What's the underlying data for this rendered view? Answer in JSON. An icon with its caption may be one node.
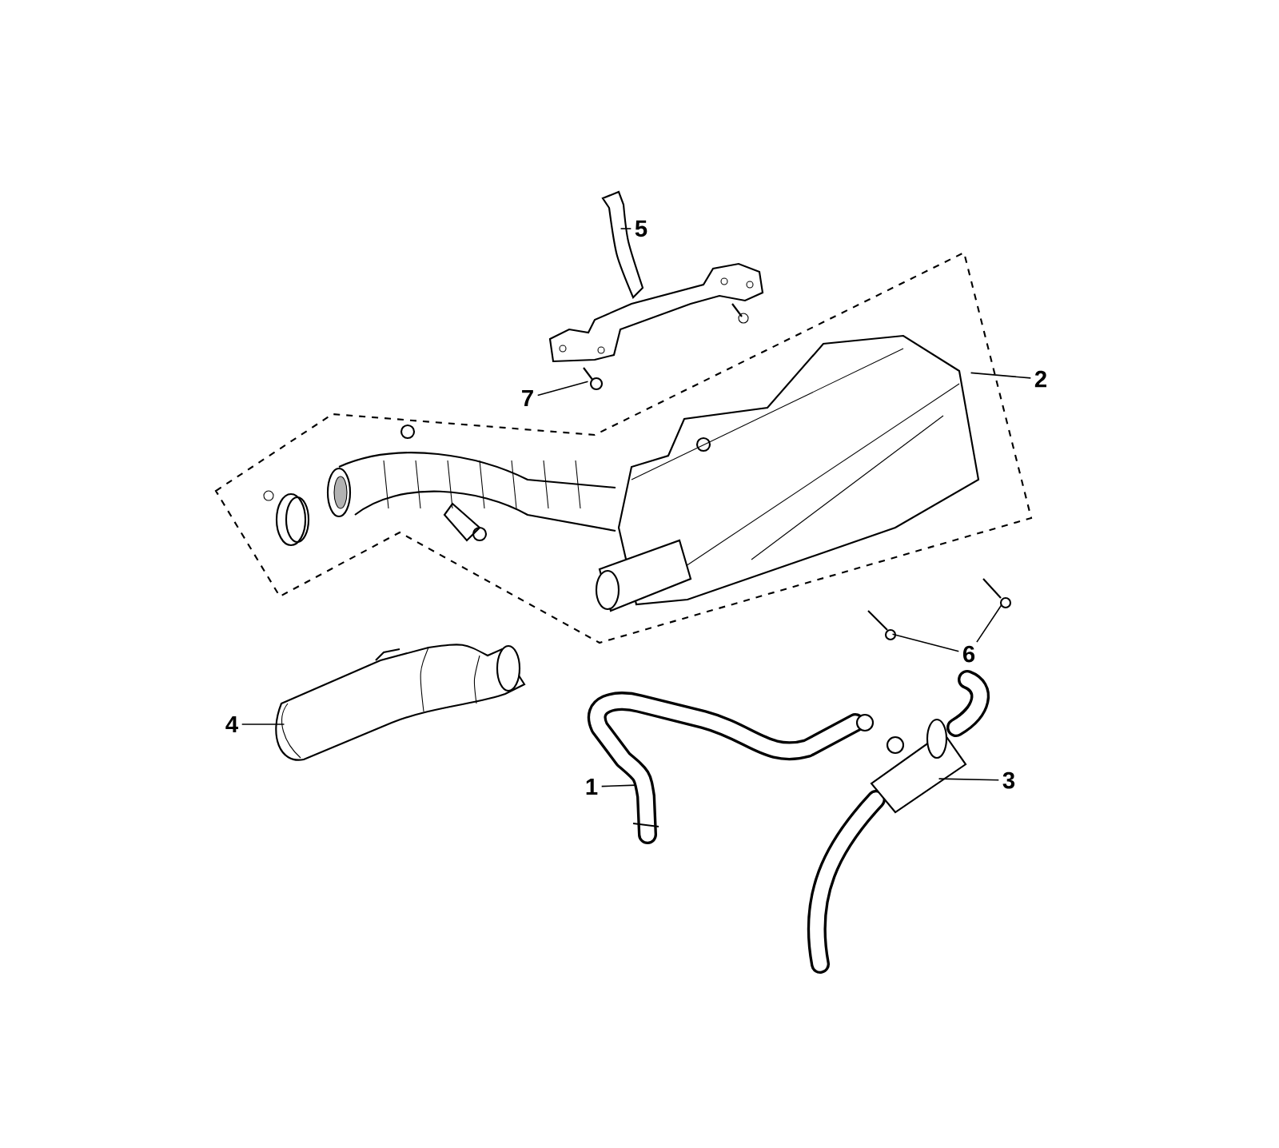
{
  "diagram": {
    "nodes": [
      {
        "text": [
          "5"
        ]
      },
      {
        "text": [
          "2"
        ]
      },
      {
        "text": [
          "7"
        ]
      },
      {
        "text": [
          "6"
        ]
      },
      {
        "text": [
          "4"
        ]
      },
      {
        "text": [
          "1"
        ]
      },
      {
        "text": [
          "3"
        ]
      },
      {
        "text": [],
        "shape": "picture"
      },
      {
        "text": [],
        "shape": "picture"
      },
      {
        "text": [],
        "shape": "picture"
      },
      {
        "text": [],
        "shape": "picture"
      },
      {
        "text": [],
        "shape": "picture"
      },
      {
        "text": [],
        "shape": "picture"
      },
      {
        "text": [],
        "shape": "picture"
      },
      {
        "text": [],
        "shape": "picture"
      }
    ],
    "edges": [
      {
        "from": 0,
        "to": 7,
        "arrow": "none"
      },
      {
        "from": 1,
        "to": 8,
        "arrow": "none"
      },
      {
        "from": 2,
        "to": 9,
        "arrow": "none"
      },
      {
        "from": 3,
        "to": 10,
        "arrow": "none"
      },
      {
        "from": 3,
        "to": 11,
        "arrow": "none"
      },
      {
        "from": 4,
        "to": 12,
        "arrow": "none"
      },
      {
        "from": 5,
        "to": 13,
        "arrow": "none"
      },
      {
        "from": 6,
        "to": 14,
        "arrow": "none"
      }
    ]
  }
}
